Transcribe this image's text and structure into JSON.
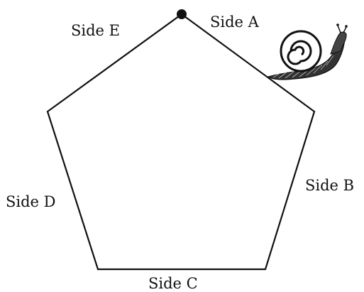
{
  "diagram": {
    "sides": [
      {
        "id": "A",
        "label": "Side A"
      },
      {
        "id": "B",
        "label": "Side B"
      },
      {
        "id": "C",
        "label": "Side C"
      },
      {
        "id": "D",
        "label": "Side D"
      },
      {
        "id": "E",
        "label": "Side E"
      }
    ],
    "colors": {
      "outline": "#111111",
      "vertex_dot": "#111111",
      "snail": "#222222"
    },
    "icons": {
      "start_marker": "vertex-dot-icon",
      "creature": "snail-icon"
    }
  }
}
